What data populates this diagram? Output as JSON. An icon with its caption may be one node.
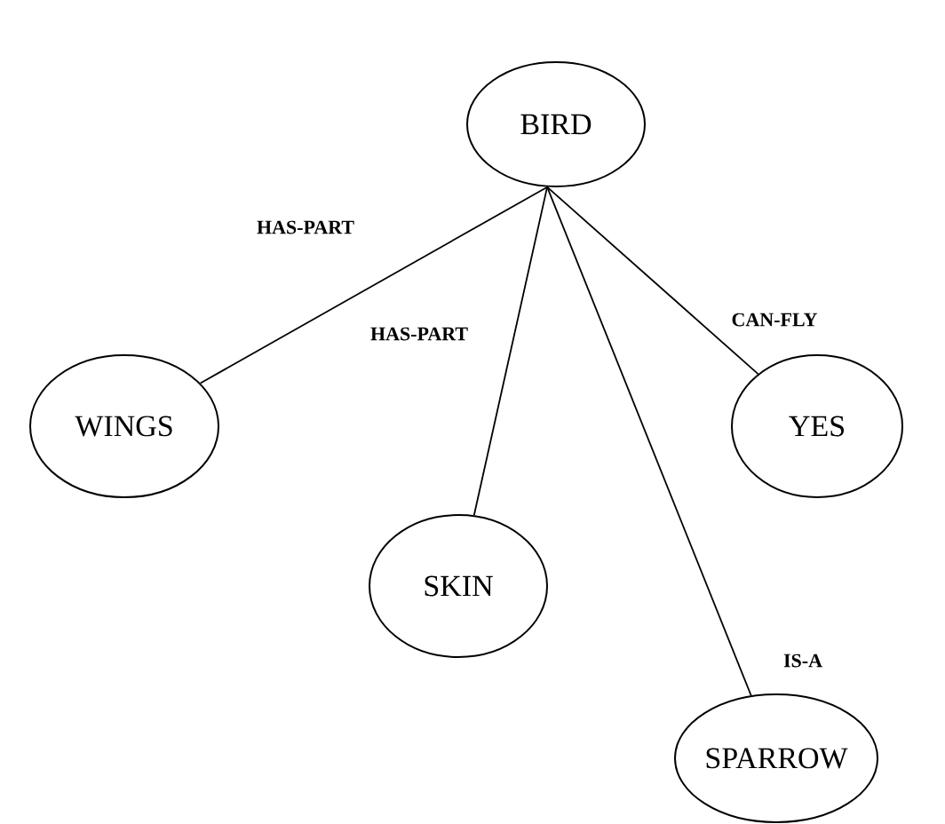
{
  "diagram": {
    "nodes": [
      {
        "text": [
          "BIRD"
        ]
      },
      {
        "text": [
          "WINGS"
        ]
      },
      {
        "text": [
          "SKIN"
        ]
      },
      {
        "text": [
          "YES"
        ]
      },
      {
        "text": [
          "SPARROW"
        ]
      }
    ],
    "edges": [
      {
        "from": 0,
        "to": 1,
        "arrow": "none",
        "label": "HAS-PART"
      },
      {
        "from": 0,
        "to": 2,
        "arrow": "none",
        "label": "HAS-PART"
      },
      {
        "from": 0,
        "to": 3,
        "arrow": "none",
        "label": "CAN-FLY"
      },
      {
        "from": 0,
        "to": 4,
        "arrow": "none",
        "label": "IS-A"
      }
    ]
  }
}
